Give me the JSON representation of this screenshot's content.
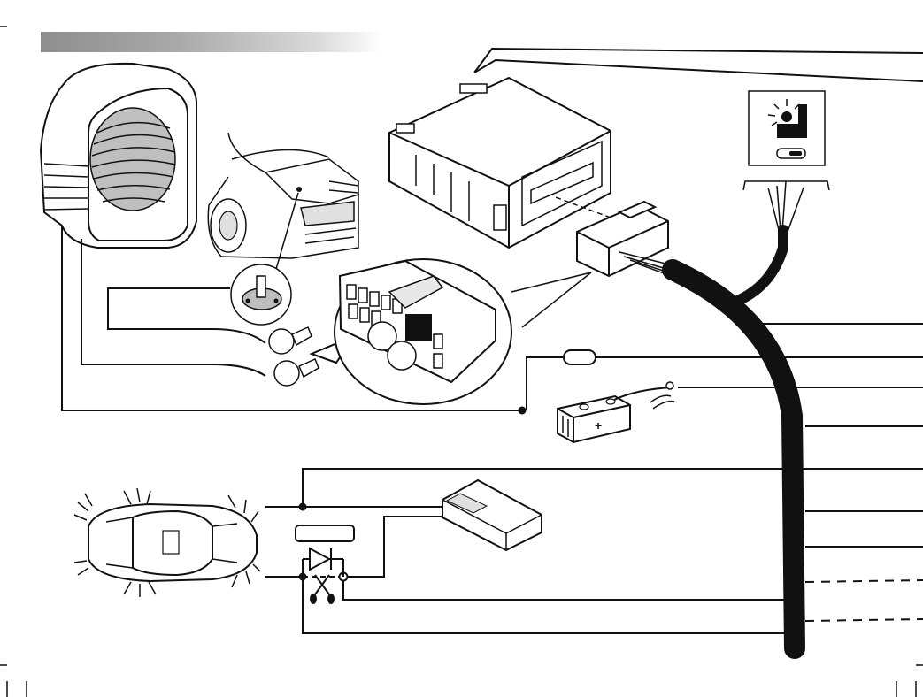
{
  "diagram": {
    "header_bar": {
      "shade_start": "#8e8e8e",
      "shade_end": "#ffffff"
    },
    "line_color": "#111111",
    "components": [
      {
        "id": "siren",
        "icon": "siren-icon"
      },
      {
        "id": "bonnet-switch",
        "icon": "bonnet-pin-switch-icon"
      },
      {
        "id": "control-unit",
        "icon": "alarm-control-unit-icon"
      },
      {
        "id": "connector",
        "icon": "multi-pin-connector-icon"
      },
      {
        "id": "led-indicator",
        "icon": "led-indicator-icon"
      },
      {
        "id": "fuse",
        "icon": "inline-fuse-icon"
      },
      {
        "id": "battery",
        "icon": "car-battery-icon",
        "terminal_label": "+"
      },
      {
        "id": "car-indicators",
        "icon": "car-flashing-indicators-icon"
      },
      {
        "id": "relay-module",
        "icon": "relay-module-icon"
      },
      {
        "id": "diode",
        "icon": "diode-icon"
      },
      {
        "id": "scissors",
        "icon": "cut-wire-icon"
      },
      {
        "id": "harness",
        "icon": "wire-harness-icon"
      }
    ],
    "right_edge_wires": {
      "solid": 7,
      "dashed": 2
    }
  }
}
